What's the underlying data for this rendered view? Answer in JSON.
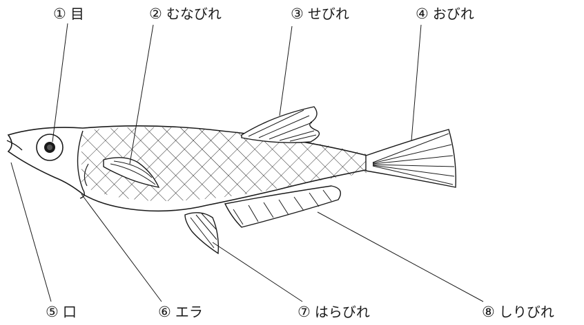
{
  "labels": [
    {
      "num": "①",
      "text": "目"
    },
    {
      "num": "②",
      "text": "むなびれ"
    },
    {
      "num": "③",
      "text": "せびれ"
    },
    {
      "num": "④",
      "text": "おびれ"
    },
    {
      "num": "⑤",
      "text": "口"
    },
    {
      "num": "⑥",
      "text": "エラ"
    },
    {
      "num": "⑦",
      "text": "はらびれ"
    },
    {
      "num": "⑧",
      "text": "しりびれ"
    }
  ],
  "colors": {
    "line": "#1a1a1a",
    "background": "#ffffff"
  }
}
